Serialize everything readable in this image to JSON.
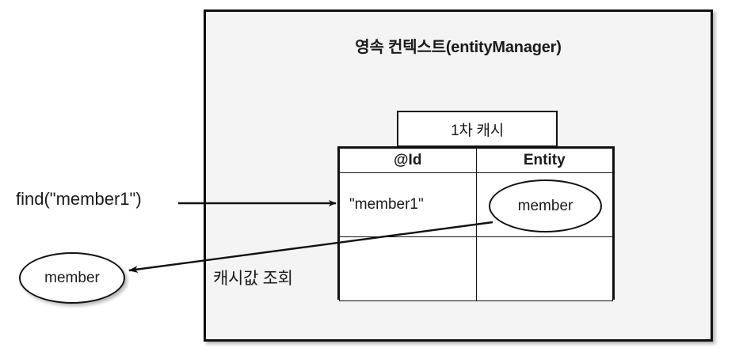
{
  "diagram": {
    "title": "영속 컨텍스트(entityManager)",
    "context_box": {
      "label": "영속 컨텍스트(entityManager)",
      "background": "#f4f4f4",
      "border_color": "#111111"
    },
    "cache": {
      "tab_label": "1차 캐시",
      "table": {
        "headers": [
          "@Id",
          "Entity"
        ],
        "rows": [
          {
            "id": "\"member1\"",
            "entity": "member"
          },
          {
            "id": "",
            "entity": ""
          }
        ]
      }
    },
    "returned_entity": {
      "label": "member"
    },
    "flows": [
      {
        "name": "find-call",
        "label": "find(\"member1\")",
        "direction": "right"
      },
      {
        "name": "cache-lookup-return",
        "label": "캐시값 조회",
        "direction": "left"
      }
    ],
    "colors": {
      "stroke": "#111111",
      "context_fill": "#f4f4f4",
      "cell_fill": "#ffffff",
      "page_background": "#ffffff"
    }
  }
}
